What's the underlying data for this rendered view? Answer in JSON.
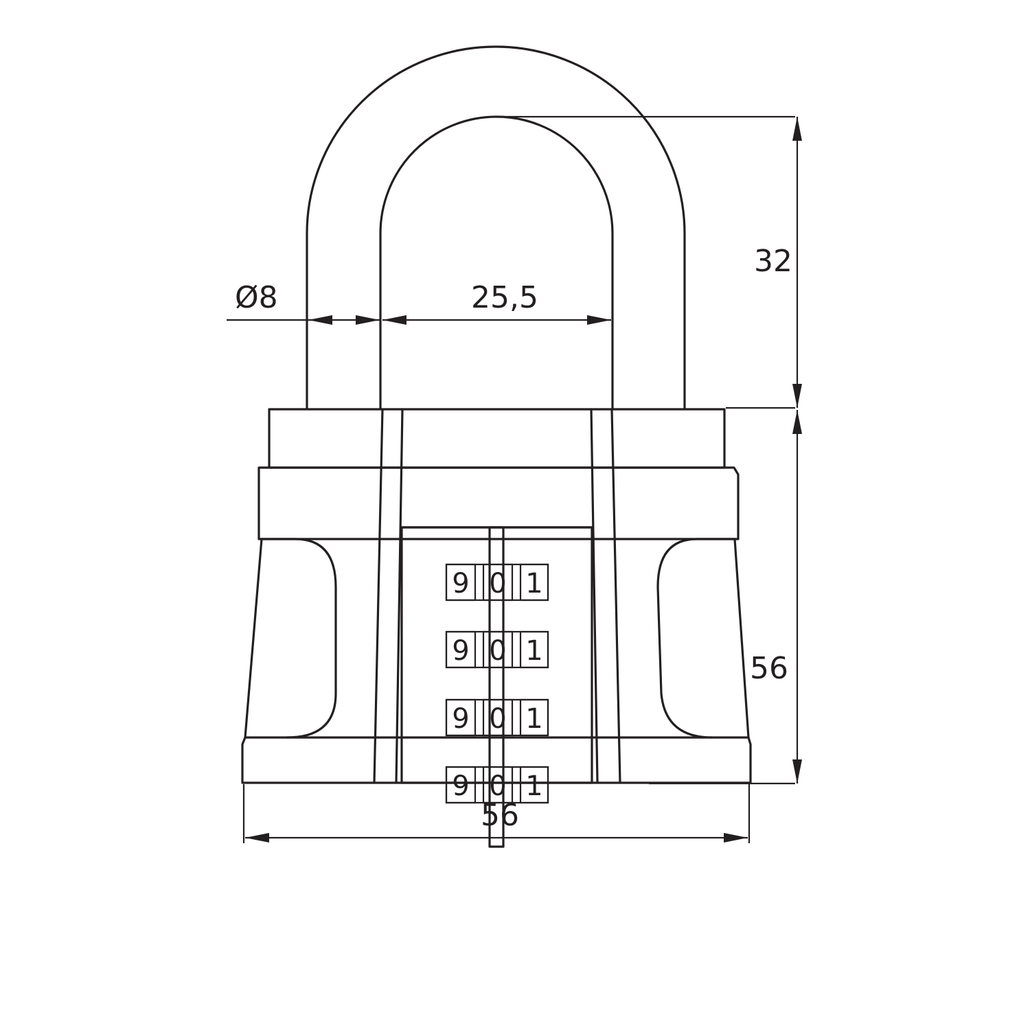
{
  "dimensions": {
    "shackle_diameter": "Ø8",
    "shackle_inner_width": "25,5",
    "shackle_height": "32",
    "body_height": "56",
    "body_width": "56"
  },
  "combination_wheels": [
    [
      "9",
      "0",
      "1"
    ],
    [
      "9",
      "0",
      "1"
    ],
    [
      "9",
      "0",
      "1"
    ],
    [
      "9",
      "0",
      "1"
    ]
  ]
}
